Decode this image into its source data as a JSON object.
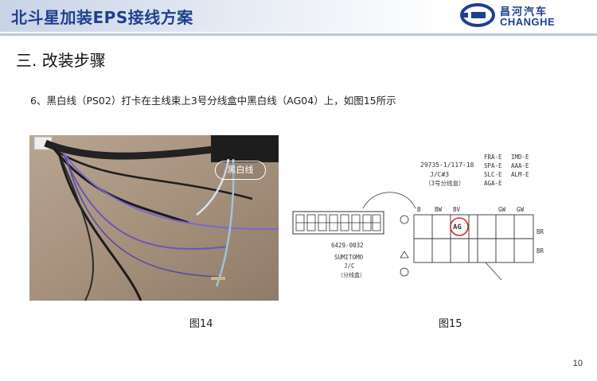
{
  "header": {
    "title": "北斗星加装EPS接线方案",
    "brand_cn": "昌河汽车",
    "brand_en": "CHANGHE"
  },
  "section": {
    "title": "三. 改装步骤"
  },
  "step": {
    "text": "6、黑白线（PS02）打卡在主线束上3号分线盒中黑白线（AG04）上，如图15所示"
  },
  "figures": {
    "fig14": {
      "caption": "图14",
      "label": "黑白线"
    },
    "fig15": {
      "caption": "图15",
      "labels": {
        "part_top": "29735-1/117-18",
        "jc": "J/C#3",
        "jc_note": "（3号分线盒）",
        "fra": "FRA-E",
        "fra_val": "IMD-E",
        "spa": "SPA-E",
        "spa_val": "AAA-E",
        "slc": "SLC-E",
        "slc_val": "ALM-E",
        "aga": "AGA-E",
        "left_part": "6429-0032",
        "sumitomo": "SUMITOMO",
        "jc2": "J/C",
        "jc2_note": "（分线盒）",
        "ag": "AG",
        "b": "B",
        "bw": "BW",
        "bv": "BV",
        "gw": "GW",
        "gw2": "GW",
        "br": "BR",
        "br2": "BR"
      }
    }
  },
  "page": {
    "number": "10"
  },
  "colors": {
    "brand_blue": "#1f3f8f",
    "header_bg": "#c8d3e6",
    "highlight": "#d42a2a"
  }
}
